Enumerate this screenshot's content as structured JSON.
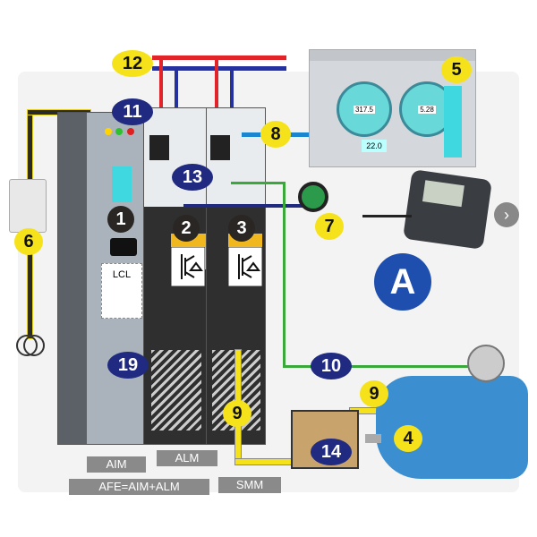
{
  "badges": {
    "b1": "1",
    "b2": "2",
    "b3": "3",
    "b4": "4",
    "b5": "5",
    "b6": "6",
    "b7": "7",
    "b8": "8",
    "b9a": "9",
    "b9b": "9",
    "b10": "10",
    "b11": "11",
    "b12": "12",
    "b13": "13",
    "b14": "14",
    "b19": "19",
    "bA": "A"
  },
  "cabinet": {
    "filter_label": "LCL"
  },
  "monitor": {
    "gauge1": "317.5",
    "gauge2": "5.28",
    "readout": "22.0"
  },
  "labels": {
    "aim": "AIM",
    "alm": "ALM",
    "afe": "AFE=AIM+ALM",
    "smm": "SMM"
  },
  "colors": {
    "yellow_badge": "#f5e21b",
    "navy_badge": "#1f2a80",
    "green_wire": "#3aa83a",
    "blue_wire": "#1a86d0"
  }
}
